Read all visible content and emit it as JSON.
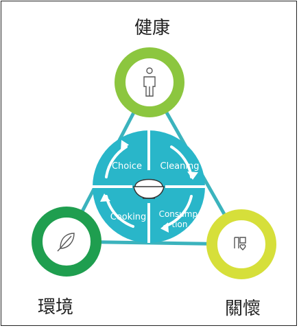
{
  "nodes": {
    "health": {
      "label": "健康",
      "icon": "person-icon",
      "color": "#8cc63f"
    },
    "environment": {
      "label": "環境",
      "icon": "leaf-icon",
      "color": "#1f9e4f"
    },
    "care": {
      "label": "關懷",
      "icon": "heart-hand-icon",
      "color": "#d6df3a"
    }
  },
  "center": {
    "icon": "rice-bowl-icon",
    "color": "#29b6c9",
    "quadrants": {
      "top_left": "Choice",
      "top_right": "Cleaning",
      "bottom_left": "Cooking",
      "bottom_right_1": "Consump-",
      "bottom_right_2": "tion"
    }
  },
  "connector_color": "#3bb3bd"
}
